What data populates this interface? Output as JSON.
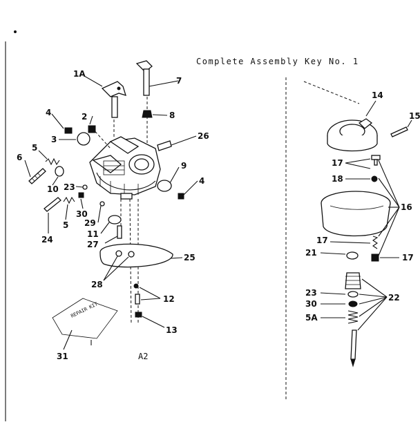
{
  "title": "Complete Assembly Key No. 1",
  "caption_left": "A2",
  "labels": {
    "1A": "1A",
    "2": "2",
    "3": "3",
    "4a": "4",
    "4b": "4",
    "5a": "5",
    "5b": "5",
    "6": "6",
    "7": "7",
    "8": "8",
    "9": "9",
    "10": "10",
    "11": "11",
    "12": "12",
    "13": "13",
    "14": "14",
    "15": "15",
    "16": "16",
    "17a": "17",
    "17b": "17",
    "17c": "17",
    "18": "18",
    "21": "21",
    "22": "22",
    "23a": "23",
    "23b": "23",
    "24": "24",
    "25": "25",
    "26": "26",
    "27": "27",
    "28": "28",
    "29": "29",
    "30a": "30",
    "30b": "30",
    "31": "31",
    "5A": "5A"
  },
  "repair_kit_text": "REPAIR KIT"
}
